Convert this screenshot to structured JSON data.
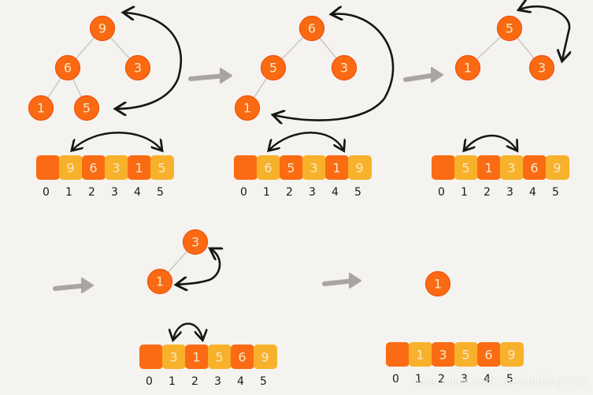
{
  "colors": {
    "node": "#fa6a12",
    "node_dark": "#f0520d",
    "cell_orange": "#fb6b13",
    "cell_yellow": "#f8b12a",
    "digit": "#f7e8c8",
    "arrow_gray": "#a9a5a0",
    "stroke": "#161616"
  },
  "index_labels": [
    "0",
    "1",
    "2",
    "3",
    "4",
    "5"
  ],
  "steps": [
    {
      "name": "step-1",
      "tree": [
        {
          "value": "9",
          "parent": null
        },
        {
          "value": "6",
          "parent": 0
        },
        {
          "value": "3",
          "parent": 0
        },
        {
          "value": "1",
          "parent": 1
        },
        {
          "value": "5",
          "parent": 1
        }
      ],
      "array": [
        {
          "value": "",
          "kind": "orange"
        },
        {
          "value": "9",
          "kind": "yellow"
        },
        {
          "value": "6",
          "kind": "orange"
        },
        {
          "value": "3",
          "kind": "yellow"
        },
        {
          "value": "1",
          "kind": "orange"
        },
        {
          "value": "5",
          "kind": "yellow"
        }
      ],
      "swap": [
        1,
        5
      ]
    },
    {
      "name": "step-2",
      "tree": [
        {
          "value": "6",
          "parent": null
        },
        {
          "value": "5",
          "parent": 0
        },
        {
          "value": "3",
          "parent": 0
        },
        {
          "value": "1",
          "parent": 1
        }
      ],
      "array": [
        {
          "value": "",
          "kind": "orange"
        },
        {
          "value": "6",
          "kind": "yellow"
        },
        {
          "value": "5",
          "kind": "orange"
        },
        {
          "value": "3",
          "kind": "yellow"
        },
        {
          "value": "1",
          "kind": "orange"
        },
        {
          "value": "9",
          "kind": "yellow"
        }
      ],
      "swap": [
        1,
        4
      ]
    },
    {
      "name": "step-3",
      "tree": [
        {
          "value": "5",
          "parent": null
        },
        {
          "value": "1",
          "parent": 0
        },
        {
          "value": "3",
          "parent": 0
        }
      ],
      "array": [
        {
          "value": "",
          "kind": "orange"
        },
        {
          "value": "5",
          "kind": "yellow"
        },
        {
          "value": "1",
          "kind": "orange"
        },
        {
          "value": "3",
          "kind": "yellow"
        },
        {
          "value": "6",
          "kind": "orange"
        },
        {
          "value": "9",
          "kind": "yellow"
        }
      ],
      "swap": [
        1,
        3
      ]
    },
    {
      "name": "step-4",
      "tree": [
        {
          "value": "3",
          "parent": null
        },
        {
          "value": "1",
          "parent": 0
        }
      ],
      "array": [
        {
          "value": "",
          "kind": "orange"
        },
        {
          "value": "3",
          "kind": "yellow"
        },
        {
          "value": "1",
          "kind": "orange"
        },
        {
          "value": "5",
          "kind": "yellow"
        },
        {
          "value": "6",
          "kind": "orange"
        },
        {
          "value": "9",
          "kind": "yellow"
        }
      ],
      "swap": [
        1,
        2
      ]
    },
    {
      "name": "step-5",
      "tree": [
        {
          "value": "1",
          "parent": null
        }
      ],
      "array": [
        {
          "value": "",
          "kind": "orange"
        },
        {
          "value": "1",
          "kind": "yellow"
        },
        {
          "value": "3",
          "kind": "orange"
        },
        {
          "value": "5",
          "kind": "yellow"
        },
        {
          "value": "6",
          "kind": "orange"
        },
        {
          "value": "9",
          "kind": "yellow"
        }
      ],
      "swap": null
    }
  ],
  "watermark": "https://blog.csdn.net/NothingYCX"
}
